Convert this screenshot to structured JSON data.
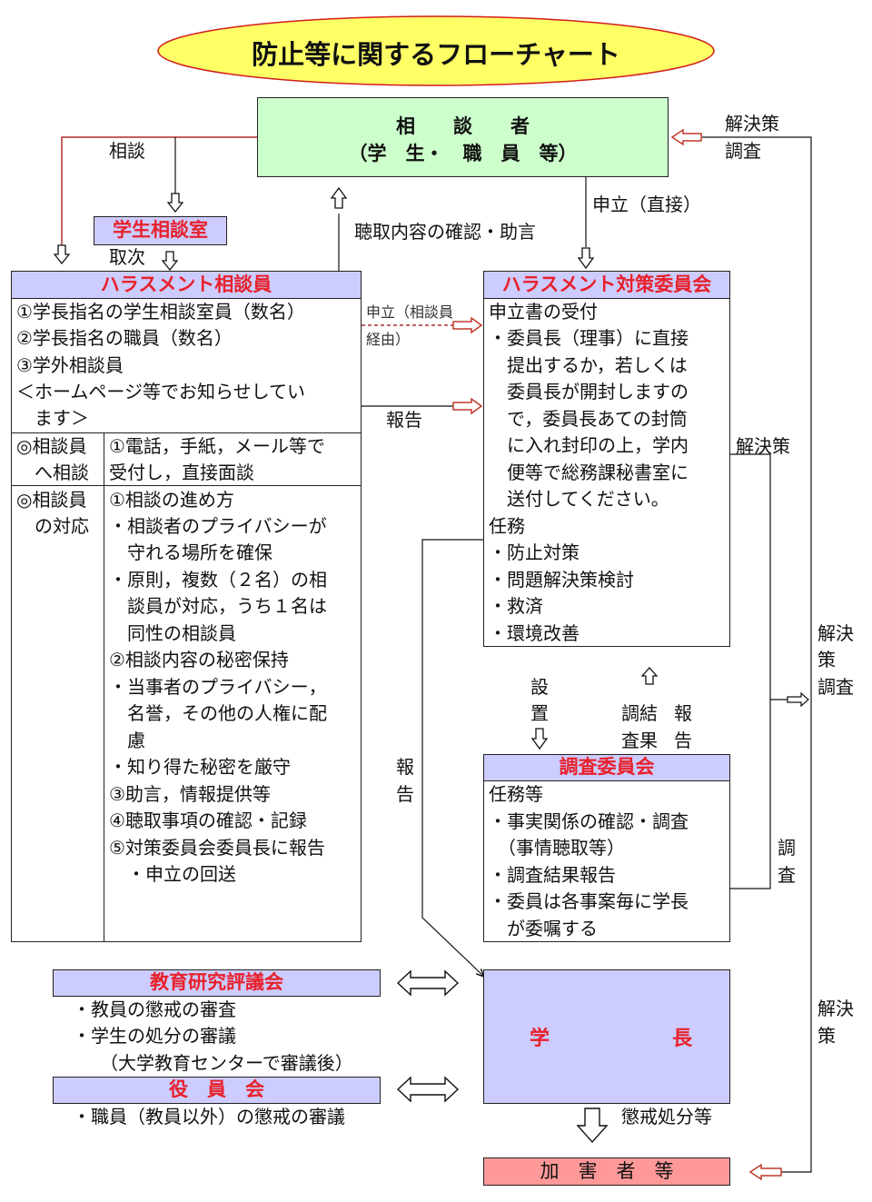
{
  "title": "防止等に関するフローチャート",
  "consulter": {
    "line1": "相　　談　　者",
    "line2": "（学　生・　職　員　等）"
  },
  "student_office": "学生相談室",
  "labels": {
    "soudan": "相談",
    "toritsugi": "取次",
    "choshu": "聴取内容の確認・助言",
    "moushitate_direct": "申立（直接）",
    "moushitate_via_l1": "申立（相談員",
    "moushitate_via_l2": "経由）",
    "houkoku": "報告",
    "kaiketsu_chousa_top_1": "解決策",
    "kaiketsu_chousa_top_2": "調査",
    "kaiketsusaku_mid": "解決策",
    "kaiketsu_right_1": "解決",
    "kaiketsu_right_2": "策",
    "kaiketsu_right_3": "調査",
    "secchi_1": "設",
    "secchi_2": "置",
    "chousa_kekka_1": "調結",
    "chousa_kekka_2": "査果",
    "houkoku_v_1": "報",
    "houkoku_v_2": "告",
    "houkoku_left_1": "報",
    "houkoku_left_2": "告",
    "chousa_v_1": "調",
    "chousa_v_2": "査",
    "kaiketsu_low_1": "解決",
    "kaiketsu_low_2": "策",
    "choukai": "懲戒処分等"
  },
  "counselor": {
    "title": "ハラスメント相談員",
    "items": [
      "①学長指名の学生相談室員（数名）",
      "②学長指名の職員（数名）",
      "③学外相談員",
      "＜ホームページ等でお知らせしてい",
      "　ます＞"
    ],
    "row1_left": [
      "◎相談員",
      "　へ相談"
    ],
    "row1_right": [
      "①電話，手紙，メール等で",
      "受付し，直接面談"
    ],
    "row2_left": [
      "◎相談員",
      "　の対応"
    ],
    "row2_right": [
      "①相談の進め方",
      "・相談者のプライバシーが",
      "　守れる場所を確保",
      "・原則，複数（２名）の相",
      "　談員が対応，うち１名は",
      "　同性の相談員",
      "②相談内容の秘密保持",
      "・当事者のプライバシー，",
      "　名誉，その他の人権に配",
      "　慮",
      "・知り得た秘密を厳守",
      "③助言，情報提供等",
      "④聴取事項の確認・記録",
      "⑤対策委員会委員長に報告",
      "　・申立の回送"
    ]
  },
  "committee": {
    "title": "ハラスメント対策委員会",
    "items": [
      "申立書の受付",
      "・委員長（理事）に直接",
      "　提出するか，若しくは",
      "　委員長が開封しますの",
      "　で，委員長あての封筒",
      "　に入れ封印の上，学内",
      "　便等で総務課秘書室に",
      "　送付してください。",
      "任務",
      "・防止対策",
      "・問題解決策検討",
      "・救済",
      "・環境改善"
    ]
  },
  "investigation": {
    "title": "調査委員会",
    "items": [
      "任務等",
      "・事実関係の確認・調査",
      "　（事情聴取等）",
      "・調査結果報告",
      "・委員は各事案毎に学長",
      "　が委嘱する"
    ]
  },
  "council": {
    "title": "教育研究評議会",
    "items": [
      "・教員の懲戒の審査",
      "・学生の処分の審議",
      "　　（大学教育センターで審議後）"
    ]
  },
  "board": {
    "title": "役　員　会",
    "items": [
      "・職員（教員以外）の懲戒の審議"
    ]
  },
  "president": {
    "left": "学",
    "right": "長"
  },
  "perpetrator": "加　害　者　等",
  "colors": {
    "title_fill": "#ffff66",
    "consulter_fill": "#ccffcc",
    "header_fill": "#ccccff",
    "red_text": "#e8212b",
    "perpetrator_fill": "#ff9999",
    "arrow_red": "#c0392b"
  }
}
